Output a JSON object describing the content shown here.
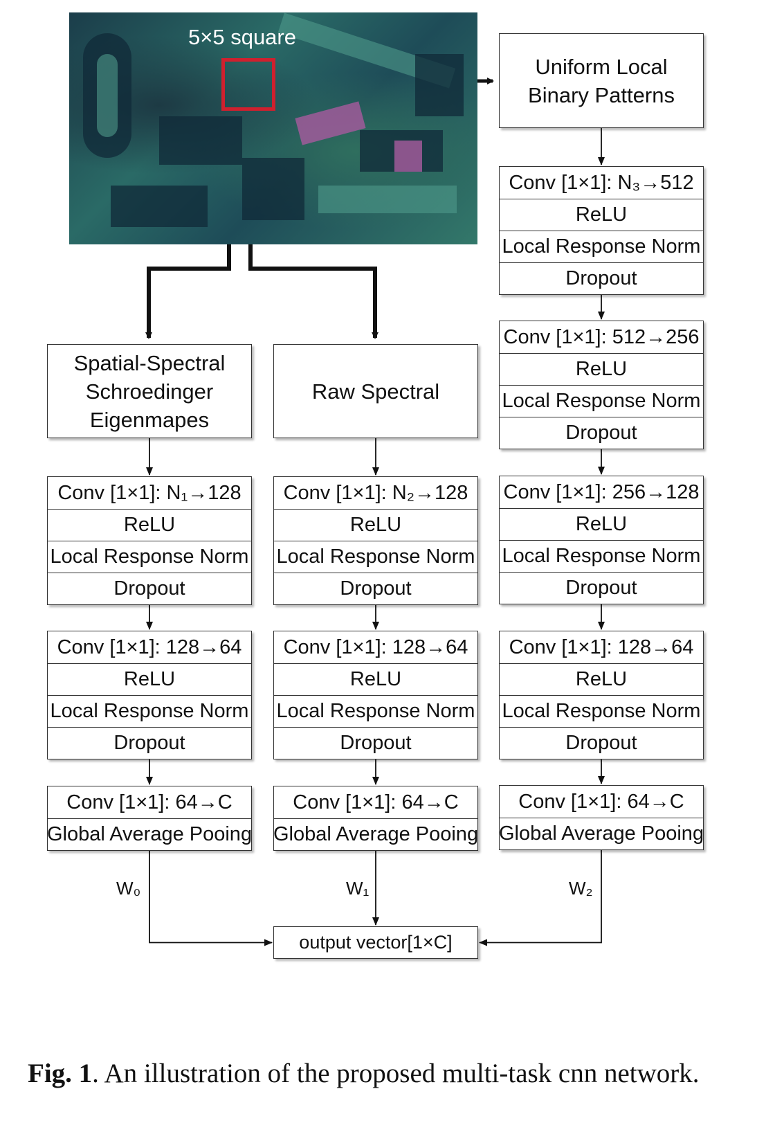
{
  "input": {
    "patch_label": "5×5 square"
  },
  "branches": [
    {
      "id": "sse",
      "title": "Spatial-Spectral\nSchroedinger\nEigenmapes",
      "blocks": [
        [
          "Conv [1×1]: N₁→128",
          "ReLU",
          "Local Response Norm",
          "Dropout"
        ],
        [
          "Conv [1×1]: 128→64",
          "ReLU",
          "Local Response Norm",
          "Dropout"
        ],
        [
          "Conv [1×1]: 64→C",
          "Global Average Pooing"
        ]
      ],
      "weight": "W₀"
    },
    {
      "id": "raw",
      "title": "Raw Spectral",
      "blocks": [
        [
          "Conv [1×1]: N₂→128",
          "ReLU",
          "Local Response Norm",
          "Dropout"
        ],
        [
          "Conv [1×1]: 128→64",
          "ReLU",
          "Local Response Norm",
          "Dropout"
        ],
        [
          "Conv [1×1]: 64→C",
          "Global Average Pooing"
        ]
      ],
      "weight": "W₁"
    },
    {
      "id": "lbp",
      "title": "Uniform Local\nBinary Patterns",
      "blocks": [
        [
          "Conv [1×1]: N₃→512",
          "ReLU",
          "Local Response Norm",
          "Dropout"
        ],
        [
          "Conv [1×1]: 512→256",
          "ReLU",
          "Local Response Norm",
          "Dropout"
        ],
        [
          "Conv [1×1]: 256→128",
          "ReLU",
          "Local Response Norm",
          "Dropout"
        ],
        [
          "Conv [1×1]: 128→64",
          "ReLU",
          "Local Response Norm",
          "Dropout"
        ],
        [
          "Conv [1×1]: 64→C",
          "Global Average Pooing"
        ]
      ],
      "weight": "W₂"
    }
  ],
  "output": {
    "label": "output vector[1×C]"
  },
  "caption": {
    "label": "Fig. 1",
    "text": ".  An illustration of the proposed multi-task cnn network."
  }
}
